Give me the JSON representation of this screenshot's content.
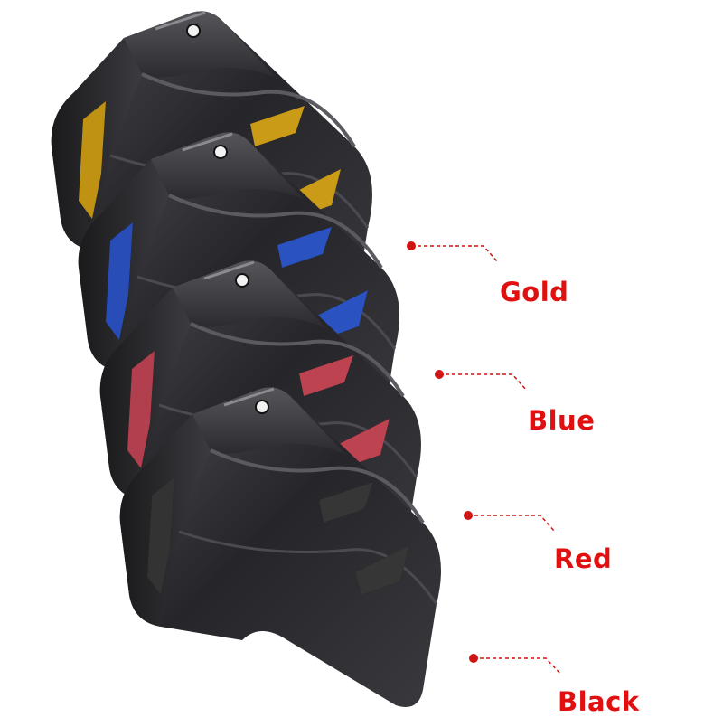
{
  "product_image": {
    "variants": [
      {
        "name": "Gold",
        "mesh_color": "#e0ac18"
      },
      {
        "name": "Blue",
        "mesh_color": "#2f5bd6"
      },
      {
        "name": "Red",
        "mesh_color": "#d14a5a"
      },
      {
        "name": "Black",
        "mesh_color": "#3c3c3c"
      }
    ],
    "label_color": "#e01010",
    "leader_color": "#d01414",
    "body_color": "#2a2a2d"
  }
}
